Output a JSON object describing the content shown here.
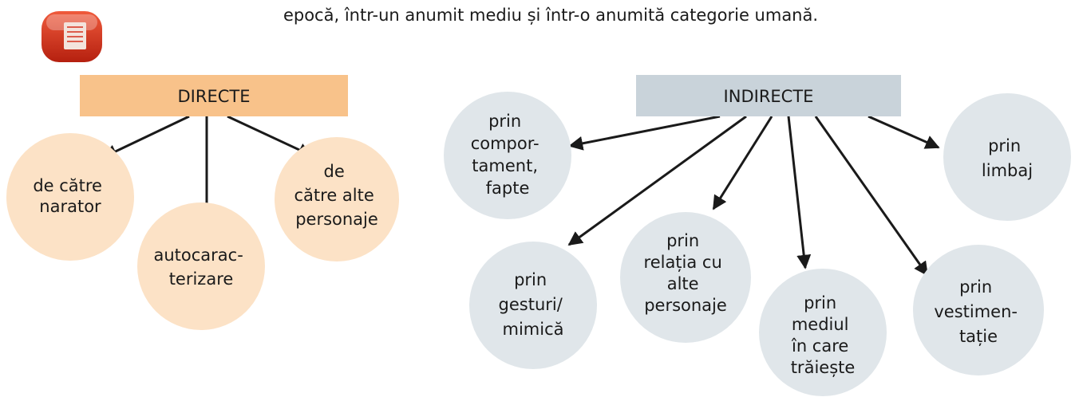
{
  "intro_line": "epocă, într-un anumit mediu și într-o anumită categorie umană.",
  "colors": {
    "direct_header": "#f8c28a",
    "direct_circle": "#fce2c6",
    "indirect_header": "#c9d3da",
    "indirect_circle": "#e0e6ea",
    "icon_red": "#d6301c",
    "arrow": "#1a1a1a"
  },
  "icon": "book-badge-icon",
  "direct": {
    "header": "DIRECTE",
    "nodes": [
      {
        "id": "narator",
        "lines": [
          "de către",
          "narator"
        ]
      },
      {
        "id": "autocaracterizare",
        "lines": [
          "autocarac-",
          "terizare"
        ]
      },
      {
        "id": "alte-personaje",
        "lines": [
          "de",
          "către alte",
          "personaje"
        ]
      }
    ]
  },
  "indirect": {
    "header": "INDIRECTE",
    "nodes": [
      {
        "id": "comportament",
        "lines": [
          "prin",
          "compor-",
          "tament,",
          "fapte"
        ]
      },
      {
        "id": "gesturi",
        "lines": [
          "prin",
          "gesturi/",
          "mimică"
        ]
      },
      {
        "id": "relatia",
        "lines": [
          "prin",
          "relația cu",
          "alte",
          "personaje"
        ]
      },
      {
        "id": "mediul",
        "lines": [
          "prin",
          "mediul",
          "în care",
          "trăiește"
        ]
      },
      {
        "id": "vestimentatie",
        "lines": [
          "prin",
          "vestimen-",
          "tație"
        ]
      },
      {
        "id": "limbaj",
        "lines": [
          "prin",
          "limbaj"
        ]
      }
    ]
  }
}
